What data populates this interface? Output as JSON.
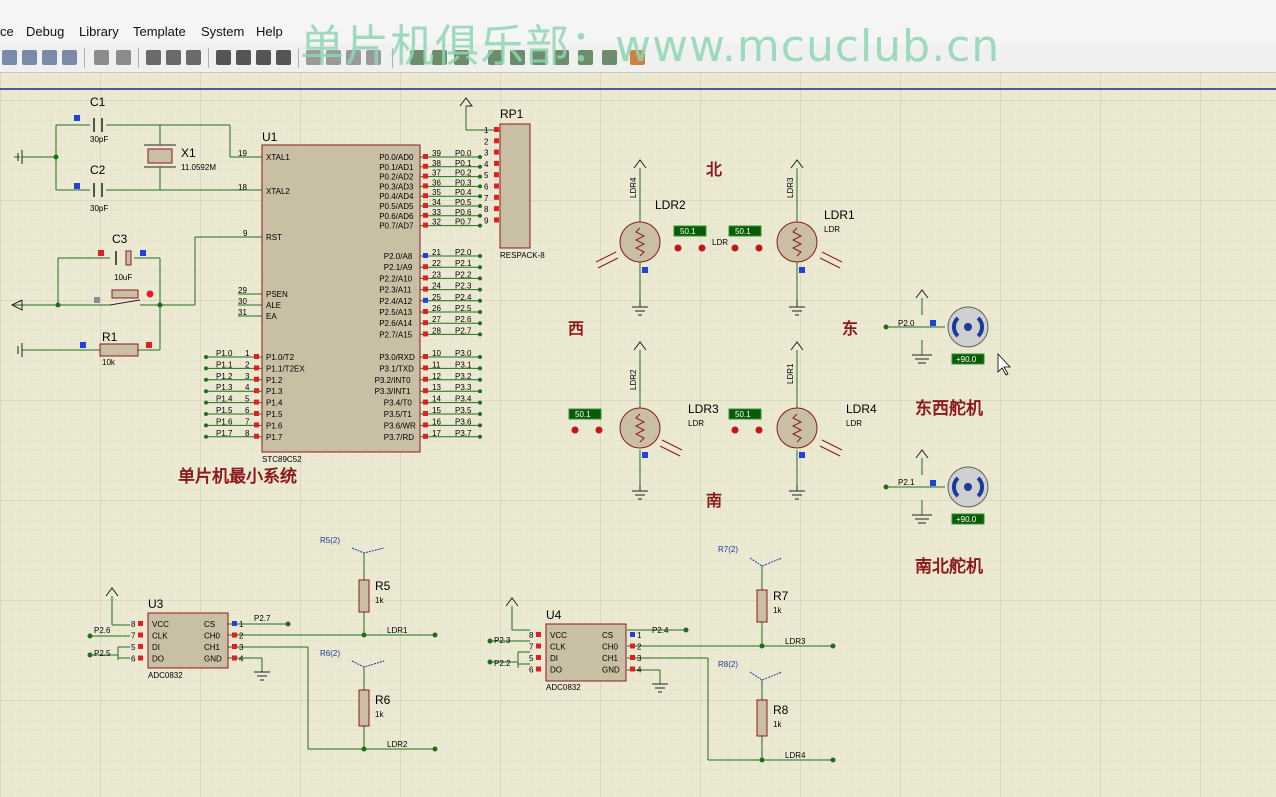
{
  "menu": [
    "ce",
    "Debug",
    "Library",
    "Template",
    "System",
    "Help"
  ],
  "watermark": "单片机俱乐部：www.mcuclub.cn",
  "colors": {
    "grid_bg": "#ece9d3",
    "grid_line": "#d3cfb7",
    "component_fill": "#c8bfa5",
    "component_border": "#8b1a1a",
    "wire": "#1e6e1e",
    "title_text": "#8b1a1a",
    "pin_red": "#e02020",
    "pin_blue": "#2040e0",
    "probe_bg": "#0a5a0a"
  },
  "labels": {
    "c1": "C1",
    "c1v": "30pF",
    "c2": "C2",
    "c2v": "30pF",
    "x1": "X1",
    "x1v": "11.0592M",
    "c3": "C3",
    "c3v": "10uF",
    "r1": "R1",
    "r1v": "10k",
    "u1": "U1",
    "u1part": "STC89C52",
    "rp1": "RP1",
    "rp1part": "RESPACK-8",
    "mcu_title": "单片机最小系统",
    "north": "北",
    "south": "南",
    "west": "西",
    "east": "东",
    "ldr2": "LDR2",
    "ldr1": "LDR1",
    "ldr3": "LDR3",
    "ldr4": "LDR4",
    "ldr_part": "LDR",
    "ldr4v": "LDR4",
    "ldr3v": "LDR3",
    "ldr2v": "LDR2",
    "ldr1v": "LDR1",
    "probe": "50.1",
    "servo_val": "+90.0",
    "servo_ew": "东西舵机",
    "servo_ns": "南北舵机",
    "p20": "P2.0",
    "p21": "P2.1",
    "u3": "U3",
    "u4": "U4",
    "adc_part": "ADC0832",
    "r5": "R5",
    "r6": "R6",
    "r7": "R7",
    "r8": "R8",
    "rv": "1k",
    "r5t": "R5(2)",
    "r6t": "R6(2)",
    "r7t": "R7(2)",
    "r8t": "R8(2)",
    "net_ldr1": "LDR1",
    "net_ldr2": "LDR2",
    "net_ldr3": "LDR3",
    "net_ldr4": "LDR4",
    "p26": "P2.6",
    "p25": "P2.5",
    "p27": "P2.7",
    "p23": "P2.3",
    "p22": "P2.2",
    "p24": "P2.4",
    "xtal1": "XTAL1",
    "xtal2": "XTAL2",
    "rst": "RST",
    "psen": "PSEN",
    "ale": "ALE",
    "ea": "EA"
  },
  "u1_left_pins": [
    {
      "name": "P1.0/T2",
      "num": "1",
      "net": "P1.0"
    },
    {
      "name": "P1.1/T2EX",
      "num": "2",
      "net": "P1.1"
    },
    {
      "name": "P1.2",
      "num": "3",
      "net": "P1.2"
    },
    {
      "name": "P1.3",
      "num": "4",
      "net": "P1.3"
    },
    {
      "name": "P1.4",
      "num": "5",
      "net": "P1.4"
    },
    {
      "name": "P1.5",
      "num": "6",
      "net": "P1.5"
    },
    {
      "name": "P1.6",
      "num": "7",
      "net": "P1.6"
    },
    {
      "name": "P1.7",
      "num": "8",
      "net": "P1.7"
    }
  ],
  "u1_right_pins": [
    {
      "name": "P0.0/AD0",
      "num": "39",
      "net": "P0.0"
    },
    {
      "name": "P0.1/AD1",
      "num": "38",
      "net": "P0.1"
    },
    {
      "name": "P0.2/AD2",
      "num": "37",
      "net": "P0.2"
    },
    {
      "name": "P0.3/AD3",
      "num": "36",
      "net": "P0.3"
    },
    {
      "name": "P0.4/AD4",
      "num": "35",
      "net": "P0.4"
    },
    {
      "name": "P0.5/AD5",
      "num": "34",
      "net": "P0.5"
    },
    {
      "name": "P0.6/AD6",
      "num": "33",
      "net": "P0.6"
    },
    {
      "name": "P0.7/AD7",
      "num": "32",
      "net": "P0.7"
    },
    {
      "name": "P2.0/A8",
      "num": "21",
      "net": "P2.0"
    },
    {
      "name": "P2.1/A9",
      "num": "22",
      "net": "P2.1"
    },
    {
      "name": "P2.2/A10",
      "num": "23",
      "net": "P2.2"
    },
    {
      "name": "P2.3/A11",
      "num": "24",
      "net": "P2.3"
    },
    {
      "name": "P2.4/A12",
      "num": "25",
      "net": "P2.4"
    },
    {
      "name": "P2.5/A13",
      "num": "26",
      "net": "P2.5"
    },
    {
      "name": "P2.6/A14",
      "num": "27",
      "net": "P2.6"
    },
    {
      "name": "P2.7/A15",
      "num": "28",
      "net": "P2.7"
    },
    {
      "name": "P3.0/RXD",
      "num": "10",
      "net": "P3.0"
    },
    {
      "name": "P3.1/TXD",
      "num": "11",
      "net": "P3.1"
    },
    {
      "name": "P3.2/INT0",
      "num": "12",
      "net": "P3.2"
    },
    {
      "name": "P3.3/INT1",
      "num": "13",
      "net": "P3.3"
    },
    {
      "name": "P3.4/T0",
      "num": "14",
      "net": "P3.4"
    },
    {
      "name": "P3.5/T1",
      "num": "15",
      "net": "P3.5"
    },
    {
      "name": "P3.6/WR",
      "num": "16",
      "net": "P3.6"
    },
    {
      "name": "P3.7/RD",
      "num": "17",
      "net": "P3.7"
    }
  ],
  "rp1_pins": [
    "1",
    "2",
    "3",
    "4",
    "5",
    "6",
    "7",
    "8",
    "9"
  ],
  "adc_pins_left": [
    {
      "name": "VCC",
      "num": "8"
    },
    {
      "name": "CLK",
      "num": "7"
    },
    {
      "name": "DI",
      "num": "5"
    },
    {
      "name": "DO",
      "num": "6"
    }
  ],
  "adc_pins_right": [
    {
      "name": "CS",
      "num": "1"
    },
    {
      "name": "CH0",
      "num": "2"
    },
    {
      "name": "CH1",
      "num": "3"
    },
    {
      "name": "GND",
      "num": "4"
    }
  ]
}
